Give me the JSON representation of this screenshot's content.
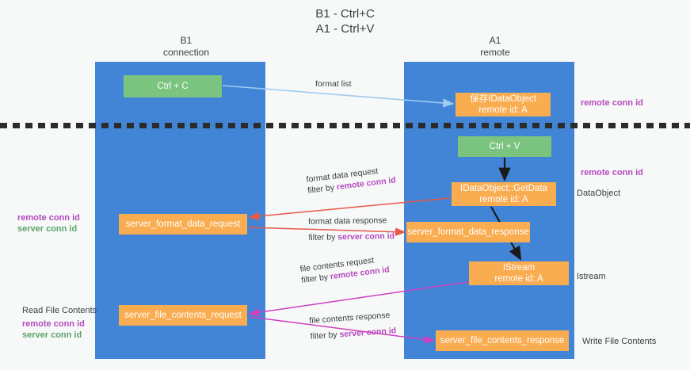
{
  "title": {
    "line1": "B1 - Ctrl+C",
    "line2": "A1 - Ctrl+V"
  },
  "columns": [
    {
      "name": "B1",
      "role": "connection"
    },
    {
      "name": "A1",
      "role": "remote"
    }
  ],
  "boxes": {
    "ctrl_c": {
      "label": "Ctrl + C",
      "color": "#7bc47f"
    },
    "dataobject_remote": {
      "line1": "保存IDataObject",
      "line2": "remote id: A",
      "color": "#f9ac50"
    },
    "ctrl_v": {
      "label": "Ctrl + V",
      "color": "#7bc47f"
    },
    "getdata": {
      "line1": "IDataObject::GetData",
      "line2": "remote id: A",
      "color": "#f9ac50"
    },
    "server_format_data_request": {
      "label": "server_format_data_request",
      "color": "#f9ac50"
    },
    "server_format_data_response": {
      "label": "server_format_data_response",
      "color": "#f9ac50"
    },
    "istream": {
      "line1": "IStream",
      "line2": "remote id: A",
      "color": "#f9ac50"
    },
    "server_file_contents_request": {
      "label": "server_file_contents_request",
      "color": "#f9ac50"
    },
    "server_file_contents_response": {
      "label": "server_file_contents_response",
      "color": "#f9ac50"
    }
  },
  "flows": {
    "format_list": {
      "label": "format list"
    },
    "format_data_request": {
      "line1": "format data request",
      "prefix": "filter by ",
      "key": "remote conn id"
    },
    "format_data_response": {
      "line1": "format data response",
      "prefix": "filter by ",
      "key": "server conn id"
    },
    "file_contents_request": {
      "line1": "file contents request",
      "prefix": "filter by ",
      "key": "remote conn id"
    },
    "file_contents_response": {
      "line1": "file contents response",
      "prefix": "filter by ",
      "key": "server conn id"
    }
  },
  "annotations": {
    "right": {
      "remote_conn_id_1": "remote conn id",
      "remote_conn_id_2": "remote conn id",
      "dataobject": "DataObject",
      "istream": "Istream",
      "write_file_contents": "Write File Contents"
    },
    "left": {
      "remote_conn_id": "remote conn id",
      "server_conn_id": "server conn id",
      "read_file_contents": "Read File Contents",
      "remote_conn_id_2": "remote conn id",
      "server_conn_id_2": "server conn id"
    }
  },
  "colors": {
    "lane": "#4285d6",
    "green_box": "#7bc47f",
    "orange_box": "#f9ac50",
    "magenta": "#b44ac0",
    "green_text": "#5aa469",
    "arrow_light_blue": "#9ecbef",
    "arrow_red": "#e8584a",
    "arrow_magenta": "#d03fc0",
    "arrow_black": "#1a1a1a",
    "background": "#f7f8f8",
    "divider": "#2b2b2b"
  }
}
